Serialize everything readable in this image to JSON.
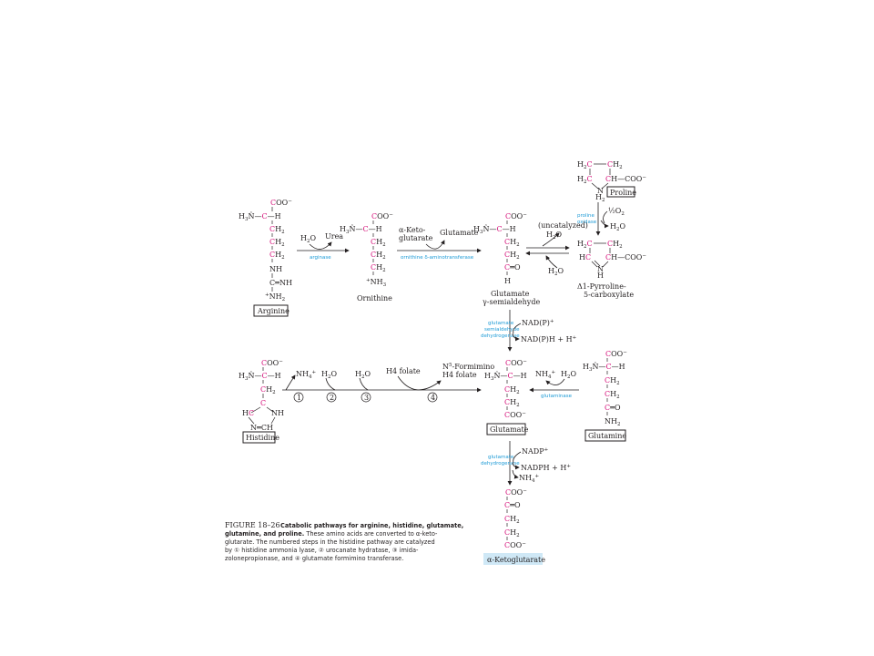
{
  "figure": {
    "proline": {
      "name": "Proline",
      "labels": [
        "H2C",
        "CH2",
        "H2C",
        "CH",
        "COO−",
        "N",
        "H2"
      ]
    },
    "pyrroline": {
      "name_line1": "Δ1-Pyrroline-",
      "name_line2": "5-carboxylate",
      "labels": [
        "H2C",
        "CH2",
        "HC",
        "CH",
        "COO−",
        "N",
        "H"
      ]
    },
    "arginine": {
      "name": "Arginine"
    },
    "ornithine": {
      "name": "Ornithine"
    },
    "glutamate_semialdehyde": {
      "name_line1": "Glutamate",
      "name_line2": "γ-semialdehyde"
    },
    "histidine": {
      "name": "Histidine"
    },
    "glutamate": {
      "name": "Glutamate"
    },
    "glutamine": {
      "name": "Glutamine"
    },
    "alpha_ketoglutarate": {
      "name": "α-Ketoglutarate"
    },
    "enzymes": {
      "arginase": "arginase",
      "ornithine_transaminase": "ornithine δ-aminotransferase",
      "proline_oxidase_1": "proline",
      "proline_oxidase_2": "oxidase",
      "gsa_dehydrogenase_1": "glutamate",
      "gsa_dehydrogenase_2": "semialdehyde",
      "gsa_dehydrogenase_3": "dehydrogenase",
      "glutaminase": "glutaminase",
      "glutamate_dehydrogenase_1": "glutamate",
      "glutamate_dehydrogenase_2": "dehydrogenase"
    },
    "cosubstrates": {
      "h2o": "H2O",
      "urea": "Urea",
      "alpha_keto_1": "α-Keto-",
      "alpha_keto_2": "glutarate",
      "glutamate": "Glutamate",
      "uncatalyzed": "(uncatalyzed)",
      "half_o2": "½O2",
      "nadp_plus": "NAD(P)+",
      "nadph": "NAD(P)H + H+",
      "nh4": "NH4+",
      "h4folate": "H4 folate",
      "formimino_1": "N5-Formimino",
      "formimino_2": "H4 folate",
      "nadp2": "NADP+",
      "nadph2": "NADPH + H+"
    },
    "steps": [
      "1",
      "2",
      "3",
      "4"
    ],
    "caption": {
      "label": "FIGURE 18–26",
      "bold": "Catabolic pathways for arginine, histidine, glutamate, glutamine, and proline.",
      "line1": "These amino acids are converted to α-keto-",
      "line2": "glutarate. The numbered steps in the histidine pathway are catalyzed",
      "line3": "by ① histidine ammonia lyase, ② urocanate hydratase, ③ imida-",
      "line4": "zolonepropionase, and ④ glutamate formimino transferase."
    }
  }
}
